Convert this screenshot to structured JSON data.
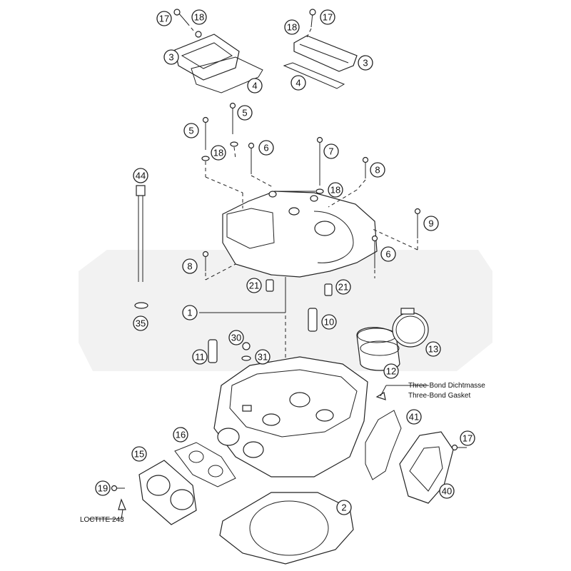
{
  "callouts": {
    "c1": "1",
    "c2": "2",
    "c3a": "3",
    "c3b": "3",
    "c4a": "4",
    "c4b": "4",
    "c5a": "5",
    "c5b": "5",
    "c6a": "6",
    "c6b": "6",
    "c7": "7",
    "c8a": "8",
    "c8b": "8",
    "c9": "9",
    "c10": "10",
    "c11": "11",
    "c12": "12",
    "c13": "13",
    "c15": "15",
    "c16": "16",
    "c17a": "17",
    "c17b": "17",
    "c17c": "17",
    "c18a": "18",
    "c18b": "18",
    "c18c": "18",
    "c18d": "18",
    "c19": "19",
    "c21a": "21",
    "c21b": "21",
    "c30": "30",
    "c31": "31",
    "c35": "35",
    "c40": "40",
    "c41": "41",
    "c44": "44"
  },
  "notes": {
    "dichtmasse": "Three-Bond Dichtmasse",
    "gasket": "Three-Bond Gasket",
    "loctite": "LOCTITE 243"
  },
  "colors": {
    "line": "#222222",
    "watermark": "#f2f2f2",
    "background": "#ffffff"
  }
}
